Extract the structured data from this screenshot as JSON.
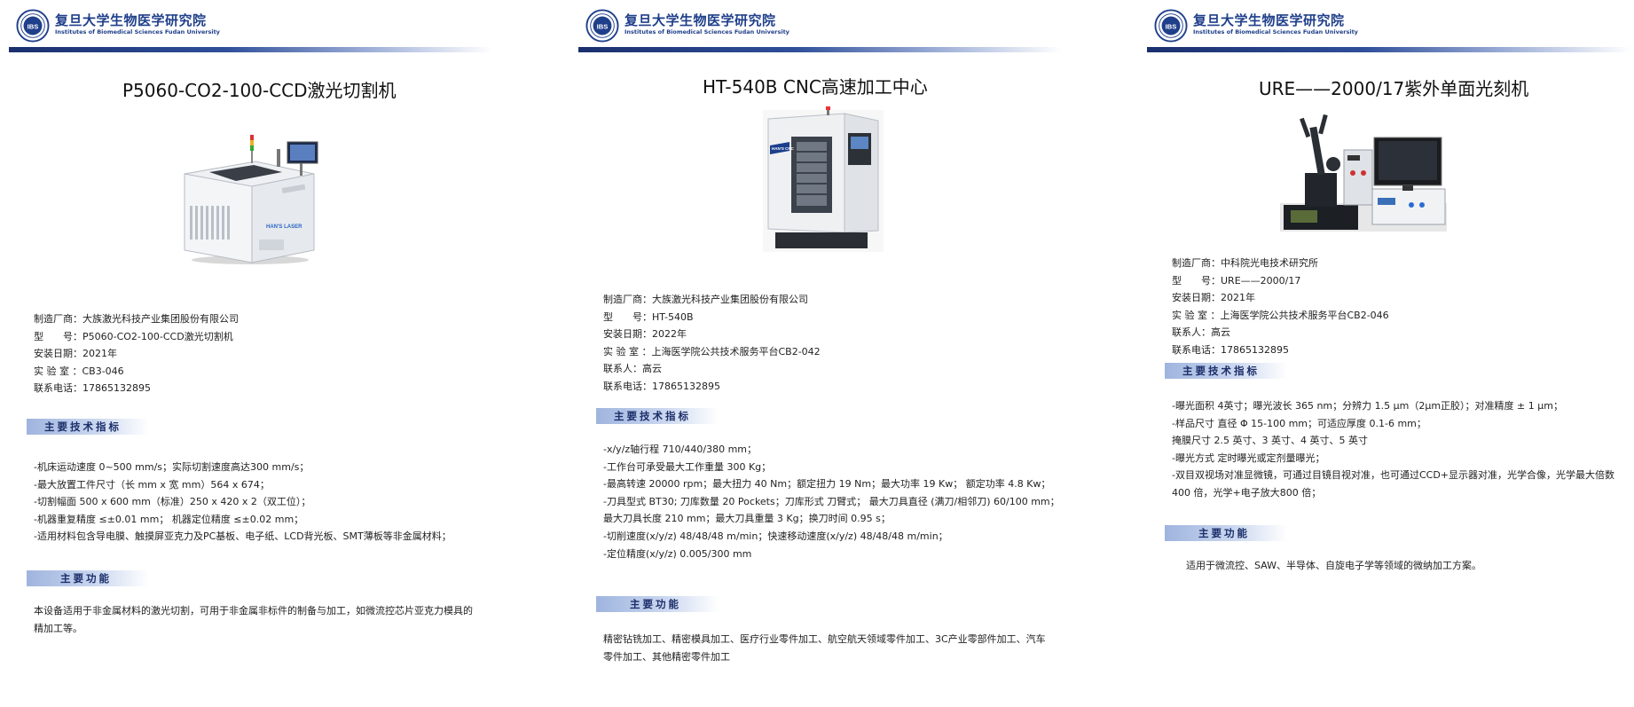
{
  "header": {
    "institute_cn": "复旦大学生物医学研究院",
    "institute_en": "Institutes of Biomedical Sciences Fudan University",
    "logo_text": "IBS"
  },
  "colors": {
    "brand_blue": "#1f3f8a",
    "section_bar": "#9fb4de"
  },
  "panels": [
    {
      "title": "P5060-CO2-100-CCD激光切割机",
      "image_icon": "laser-cutter-machine",
      "machine_brand": "HAN'S LASER",
      "specs": [
        "制造厂商：大族激光科技产业集团股份有限公司",
        "型　　号：P5060-CO2-100-CCD激光切割机",
        "安装日期：2021年",
        "实 验 室 ：CB3-046",
        "联系电话：17865132895"
      ],
      "tech_heading": "主要技术指标",
      "tech_items": [
        "-机床运动速度 0~500 mm/s；实际切割速度高达300 mm/s；",
        "-最大放置工件尺寸（长 mm x 宽 mm）564 x 674；",
        "-切割幅面 500 x 600 mm（标准）250 x 420 x 2（双工位）；",
        "-机器重复精度 ≤±0.01 mm； 机器定位精度 ≤±0.02 mm；",
        "-适用材料包含导电膜、触摸屏亚克力及PC基板、电子纸、LCD背光板、SMT薄板等非金属材料；"
      ],
      "func_heading": "主要功能",
      "func_lines": [
        "本设备适用于非金属材料的激光切割，可用于非金属非标件的制备与加工，如微流控芯片亚克力模具的",
        "精加工等。"
      ]
    },
    {
      "title": "HT-540B CNC高速加工中心",
      "image_icon": "cnc-machining-center",
      "machine_brand": "HAN'S CNC",
      "specs": [
        "制造厂商：大族激光科技产业集团股份有限公司",
        "型　　号：HT-540B",
        "安装日期：2022年",
        "实 验 室 ：上海医学院公共技术服务平台CB2-042",
        "联系人：高云",
        "联系电话：17865132895"
      ],
      "tech_heading": "主要技术指标",
      "tech_items": [
        "-x/y/z轴行程 710/440/380 mm；",
        "-工作台可承受最大工作重量 300 Kg；",
        "-最高转速 20000 rpm；最大扭力 40 Nm；额定扭力 19 Nm；最大功率 19 Kw； 额定功率 4.8 Kw；",
        "-刀具型式 BT30; 刀库数量 20 Pockets；刀库形式 刀臂式； 最大刀具直径 (满刀/相邻刀) 60/100 mm；",
        " 最大刀具长度 210 mm；最大刀具重量 3 Kg；换刀时间 0.95 s；",
        "-切削速度(x/y/z) 48/48/48 m/min；快速移动速度(x/y/z) 48/48/48 m/min；",
        "-定位精度(x/y/z) 0.005/300 mm"
      ],
      "func_heading": "主要功能",
      "func_lines": [
        "精密钻铣加工、精密模具加工、医疗行业零件加工、航空航天领域零件加工、3C产业零部件加工、汽车",
        "零件加工、其他精密零件加工"
      ]
    },
    {
      "title": "URE——2000/17紫外单面光刻机",
      "image_icon": "uv-lithography-machine",
      "specs": [
        "制造厂商：中科院光电技术研究所",
        "型　　号：URE——2000/17",
        "安装日期：2021年",
        "实 验 室 ：上海医学院公共技术服务平台CB2-046",
        "联系人：高云",
        "联系电话：17865132895"
      ],
      "tech_heading": "主要技术指标",
      "tech_items": [
        "-曝光面积 4英寸；曝光波长 365 nm；分辨力 1.5 μm（2μm正胶）；对准精度 ± 1 μm；",
        "-样品尺寸 直径 Φ 15-100 mm；可适应厚度 0.1-6 mm；",
        " 掩膜尺寸 2.5 英寸、3 英寸、4 英寸、5 英寸",
        "-曝光方式 定时曝光或定剂量曝光；",
        "-双目双视场对准显微镜，可通过目镜目视对准，也可通过CCD+显示器对准，光学合像，光学最大倍数",
        "400 倍，光学+电子放大800 倍；"
      ],
      "func_heading": "主要功能",
      "func_lines": [
        "适用于微流控、SAW、半导体、自旋电子学等领域的微纳加工方案。"
      ]
    }
  ]
}
